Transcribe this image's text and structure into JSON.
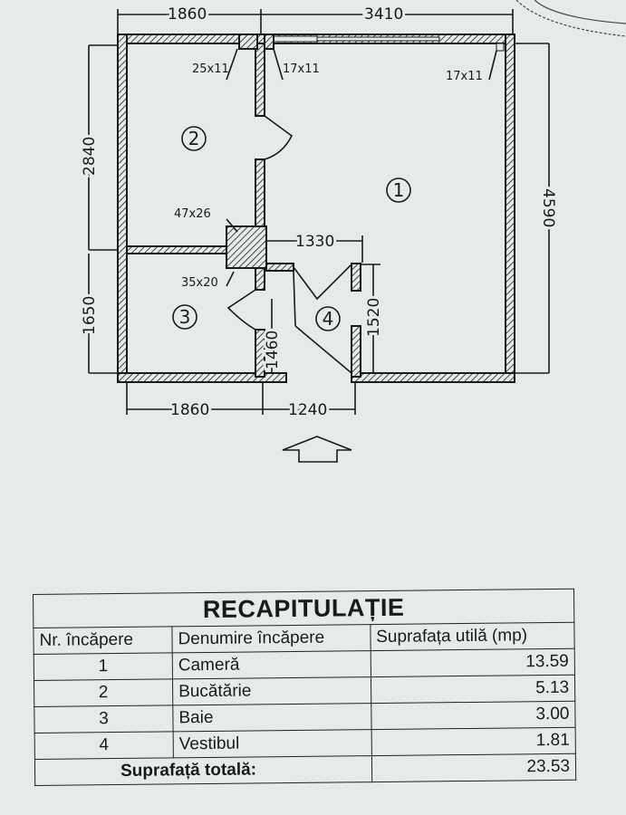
{
  "plan": {
    "dimensions": {
      "top_left_width": "1860",
      "top_right_width": "3410",
      "bottom_left_width": "1860",
      "bottom_mid_width": "1240",
      "left_upper_height": "2840",
      "left_lower_height": "1650",
      "right_height": "4590",
      "inner_hall_width": "1330",
      "hall_height_a": "1460",
      "hall_height_b": "1520"
    },
    "element_labels": {
      "vent_1": "25x11",
      "vent_2": "17x11",
      "vent_3": "17x11",
      "shaft": "47x26",
      "shaft_2": "35x20"
    },
    "rooms": [
      "1",
      "2",
      "3",
      "4"
    ]
  },
  "recap": {
    "title": "RECAPITULAȚIE",
    "headers": [
      "Nr. încăpere",
      "Denumire încăpere",
      "Suprafața utilă (mp)"
    ],
    "rows": [
      {
        "nr": "1",
        "name": "Cameră",
        "area": "13.59"
      },
      {
        "nr": "2",
        "name": "Bucătărie",
        "area": "5.13"
      },
      {
        "nr": "3",
        "name": "Baie",
        "area": "3.00"
      },
      {
        "nr": "4",
        "name": "Vestibul",
        "area": "1.81"
      }
    ],
    "total_label": "Suprafață totală:",
    "total_value": "23.53"
  }
}
